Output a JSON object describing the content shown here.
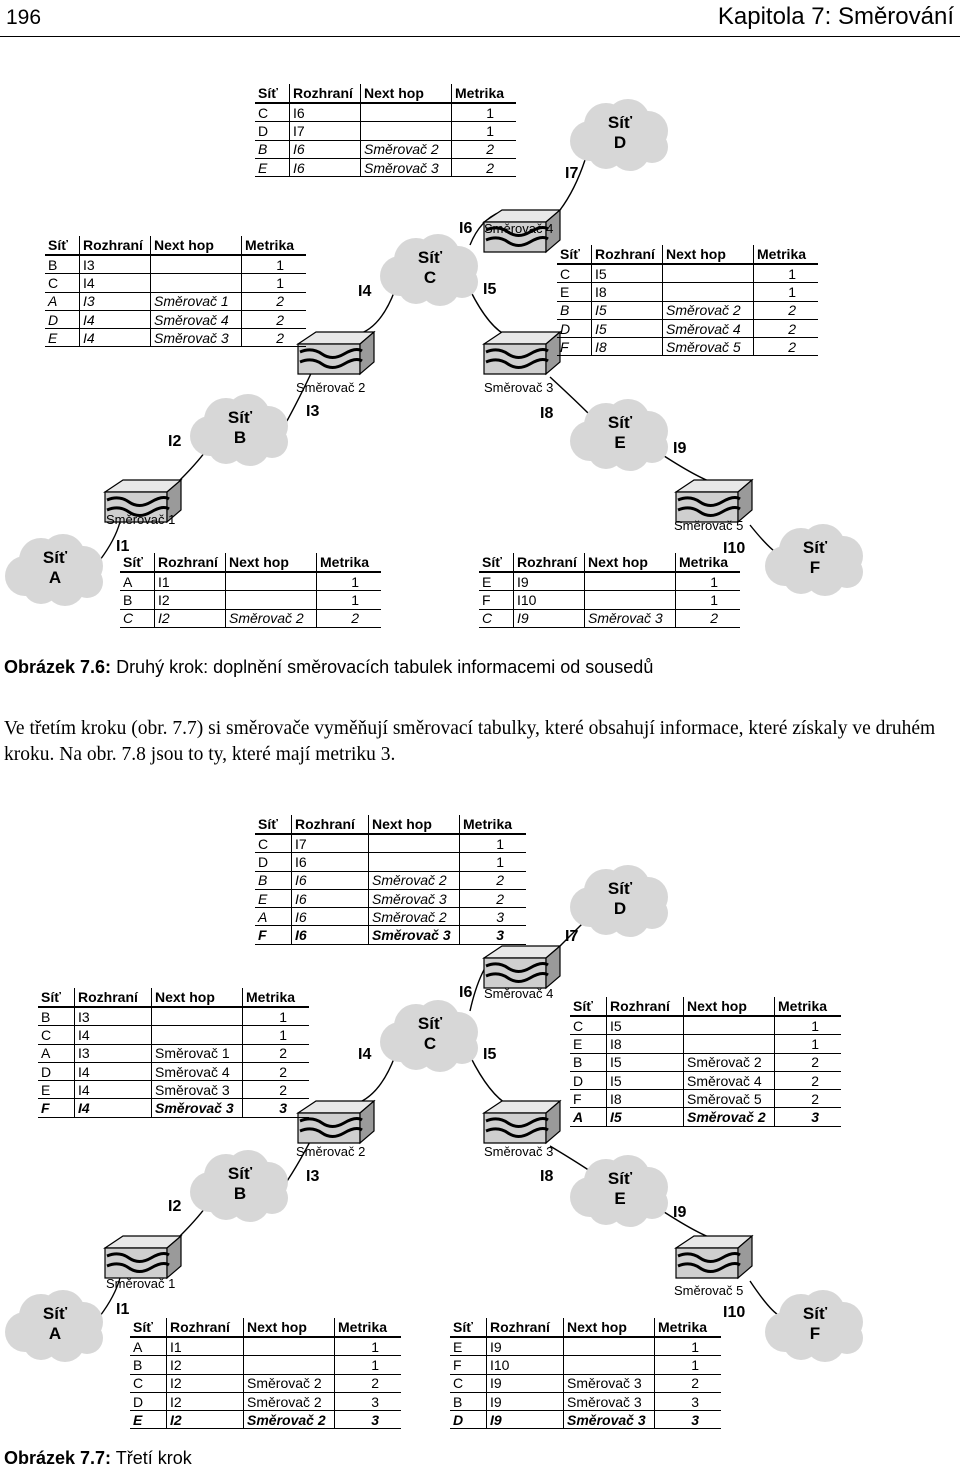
{
  "header": {
    "page_number": "196",
    "chapter_title": "Kapitola 7: Směrování"
  },
  "columns": [
    "Síť",
    "Rozhraní",
    "Next hop",
    "Metrika"
  ],
  "network_word": "Síť",
  "routers": [
    "Směrovač 1",
    "Směrovač 2",
    "Směrovač 3",
    "Směrovač 4",
    "Směrovač 5"
  ],
  "networks": [
    "A",
    "B",
    "C",
    "D",
    "E",
    "F"
  ],
  "interfaces": [
    "I1",
    "I2",
    "I3",
    "I4",
    "I5",
    "I6",
    "I7",
    "I8",
    "I9",
    "I10"
  ],
  "figure1": {
    "caption_label": "Obrázek 7.6:",
    "caption_text": " Druhý krok: doplnění směrovacích tabulek informacemi od sousedů",
    "tables": {
      "r4": [
        {
          "net": "C",
          "iface": "I6",
          "hop": "",
          "metric": "1",
          "style": ""
        },
        {
          "net": "D",
          "iface": "I7",
          "hop": "",
          "metric": "1",
          "style": ""
        },
        {
          "net": "B",
          "iface": "I6",
          "hop": "Směrovač 2",
          "metric": "2",
          "style": "it"
        },
        {
          "net": "E",
          "iface": "I6",
          "hop": "Směrovač 3",
          "metric": "2",
          "style": "it"
        }
      ],
      "r2": [
        {
          "net": "B",
          "iface": "I3",
          "hop": "",
          "metric": "1",
          "style": ""
        },
        {
          "net": "C",
          "iface": "I4",
          "hop": "",
          "metric": "1",
          "style": ""
        },
        {
          "net": "A",
          "iface": "I3",
          "hop": "Směrovač 1",
          "metric": "2",
          "style": "it"
        },
        {
          "net": "D",
          "iface": "I4",
          "hop": "Směrovač 4",
          "metric": "2",
          "style": "it"
        },
        {
          "net": "E",
          "iface": "I4",
          "hop": "Směrovač 3",
          "metric": "2",
          "style": "it"
        }
      ],
      "r3": [
        {
          "net": "C",
          "iface": "I5",
          "hop": "",
          "metric": "1",
          "style": ""
        },
        {
          "net": "E",
          "iface": "I8",
          "hop": "",
          "metric": "1",
          "style": ""
        },
        {
          "net": "B",
          "iface": "I5",
          "hop": "Směrovač 2",
          "metric": "2",
          "style": "it"
        },
        {
          "net": "D",
          "iface": "I5",
          "hop": "Směrovač 4",
          "metric": "2",
          "style": "it"
        },
        {
          "net": "F",
          "iface": "I8",
          "hop": "Směrovač 5",
          "metric": "2",
          "style": "it"
        }
      ],
      "r1": [
        {
          "net": "A",
          "iface": "I1",
          "hop": "",
          "metric": "1",
          "style": ""
        },
        {
          "net": "B",
          "iface": "I2",
          "hop": "",
          "metric": "1",
          "style": ""
        },
        {
          "net": "C",
          "iface": "I2",
          "hop": "Směrovač 2",
          "metric": "2",
          "style": "it"
        }
      ],
      "r5": [
        {
          "net": "E",
          "iface": "I9",
          "hop": "",
          "metric": "1",
          "style": ""
        },
        {
          "net": "F",
          "iface": "I10",
          "hop": "",
          "metric": "1",
          "style": ""
        },
        {
          "net": "C",
          "iface": "I9",
          "hop": "Směrovač 3",
          "metric": "2",
          "style": "it"
        }
      ]
    }
  },
  "paragraph": "Ve třetím kroku (obr. 7.7) si směrovače vyměňují směrovací tabulky, které obsahují informace, které získaly ve druhém kroku. Na obr. 7.8 jsou to ty, které mají metriku 3.",
  "figure2": {
    "caption_label": "Obrázek 7.7:",
    "caption_text": " Třetí krok",
    "tables": {
      "r4": [
        {
          "net": "C",
          "iface": "I7",
          "hop": "",
          "metric": "1",
          "style": ""
        },
        {
          "net": "D",
          "iface": "I6",
          "hop": "",
          "metric": "1",
          "style": ""
        },
        {
          "net": "B",
          "iface": "I6",
          "hop": "Směrovač 2",
          "metric": "2",
          "style": "it2"
        },
        {
          "net": "E",
          "iface": "I6",
          "hop": "Směrovač 3",
          "metric": "2",
          "style": "it2"
        },
        {
          "net": "A",
          "iface": "I6",
          "hop": "Směrovač 2",
          "metric": "3",
          "style": "it"
        },
        {
          "net": "F",
          "iface": "I6",
          "hop": "Směrovač 3",
          "metric": "3",
          "style": "bi"
        }
      ],
      "r2": [
        {
          "net": "B",
          "iface": "I3",
          "hop": "",
          "metric": "1",
          "style": ""
        },
        {
          "net": "C",
          "iface": "I4",
          "hop": "",
          "metric": "1",
          "style": ""
        },
        {
          "net": "A",
          "iface": "I3",
          "hop": "Směrovač 1",
          "metric": "2",
          "style": ""
        },
        {
          "net": "D",
          "iface": "I4",
          "hop": "Směrovač 4",
          "metric": "2",
          "style": ""
        },
        {
          "net": "E",
          "iface": "I4",
          "hop": "Směrovač 3",
          "metric": "2",
          "style": ""
        },
        {
          "net": "F",
          "iface": "I4",
          "hop": "Směrovač 3",
          "metric": "3",
          "style": "bi"
        }
      ],
      "r3": [
        {
          "net": "C",
          "iface": "I5",
          "hop": "",
          "metric": "1",
          "style": ""
        },
        {
          "net": "E",
          "iface": "I8",
          "hop": "",
          "metric": "1",
          "style": ""
        },
        {
          "net": "B",
          "iface": "I5",
          "hop": "Směrovač  2",
          "metric": "2",
          "style": ""
        },
        {
          "net": "D",
          "iface": "I5",
          "hop": "Směrovač  4",
          "metric": "2",
          "style": ""
        },
        {
          "net": "F",
          "iface": "I8",
          "hop": "Směrovač  5",
          "metric": "2",
          "style": ""
        },
        {
          "net": "A",
          "iface": "I5",
          "hop": "Směrovač 2",
          "metric": "3",
          "style": "bi"
        }
      ],
      "r1": [
        {
          "net": "A",
          "iface": "I1",
          "hop": "",
          "metric": "1",
          "style": ""
        },
        {
          "net": "B",
          "iface": "I2",
          "hop": "",
          "metric": "1",
          "style": ""
        },
        {
          "net": "C",
          "iface": "I2",
          "hop": "Směrovač 2",
          "metric": "2",
          "style": ""
        },
        {
          "net": "D",
          "iface": "I2",
          "hop": "Směrovač 2",
          "metric": "3",
          "style": ""
        },
        {
          "net": "E",
          "iface": "I2",
          "hop": "Směrovač 2",
          "metric": "3",
          "style": "bi"
        }
      ],
      "r5": [
        {
          "net": "E",
          "iface": "I9",
          "hop": "",
          "metric": "1",
          "style": ""
        },
        {
          "net": "F",
          "iface": "I10",
          "hop": "",
          "metric": "1",
          "style": ""
        },
        {
          "net": "C",
          "iface": "I9",
          "hop": "Směrovač 3",
          "metric": "2",
          "style": ""
        },
        {
          "net": "B",
          "iface": "I9",
          "hop": "Směrovač 3",
          "metric": "3",
          "style": ""
        },
        {
          "net": "D",
          "iface": "I9",
          "hop": "Směrovač 3",
          "metric": "3",
          "style": "bi"
        }
      ]
    }
  }
}
